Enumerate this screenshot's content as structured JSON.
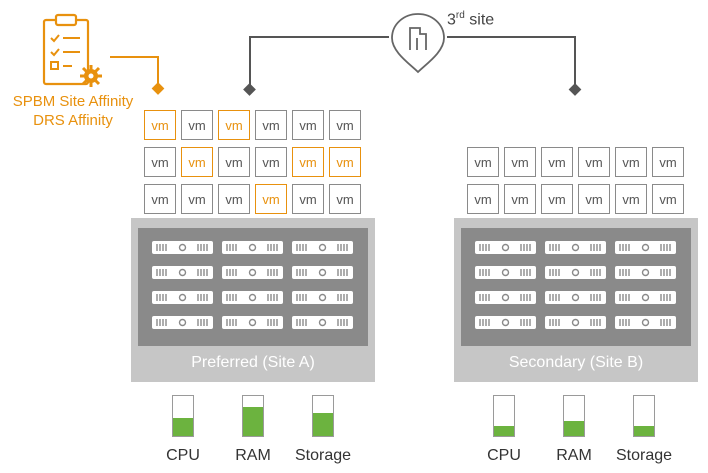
{
  "affinity": {
    "line1": "SPBM Site Affinity",
    "line2": "DRS Affinity"
  },
  "witness": {
    "label_main": "3",
    "label_sup": "rd",
    "label_rest": " site"
  },
  "vm_label": "vm",
  "site_a": {
    "name": "Preferred (Site A)",
    "vm_grid": [
      [
        true,
        false,
        true,
        false,
        false,
        false
      ],
      [
        false,
        true,
        false,
        false,
        true,
        true
      ],
      [
        false,
        false,
        false,
        true,
        false,
        false
      ]
    ],
    "resources": [
      {
        "label": "CPU",
        "level": 0.45
      },
      {
        "label": "RAM",
        "level": 0.75
      },
      {
        "label": "Storage",
        "level": 0.58
      }
    ]
  },
  "site_b": {
    "name": "Secondary (Site B)",
    "vm_grid": [
      [
        false,
        false,
        false,
        false,
        false,
        false
      ],
      [
        false,
        false,
        false,
        false,
        false,
        false
      ]
    ],
    "resources": [
      {
        "label": "CPU",
        "level": 0.25
      },
      {
        "label": "RAM",
        "level": 0.38
      },
      {
        "label": "Storage",
        "level": 0.25
      }
    ]
  },
  "colors": {
    "accent": "#E8910E",
    "fill": "#6cb33f",
    "line": "#555555",
    "box": "#c6c6c6",
    "rack": "#8a8a8a"
  }
}
